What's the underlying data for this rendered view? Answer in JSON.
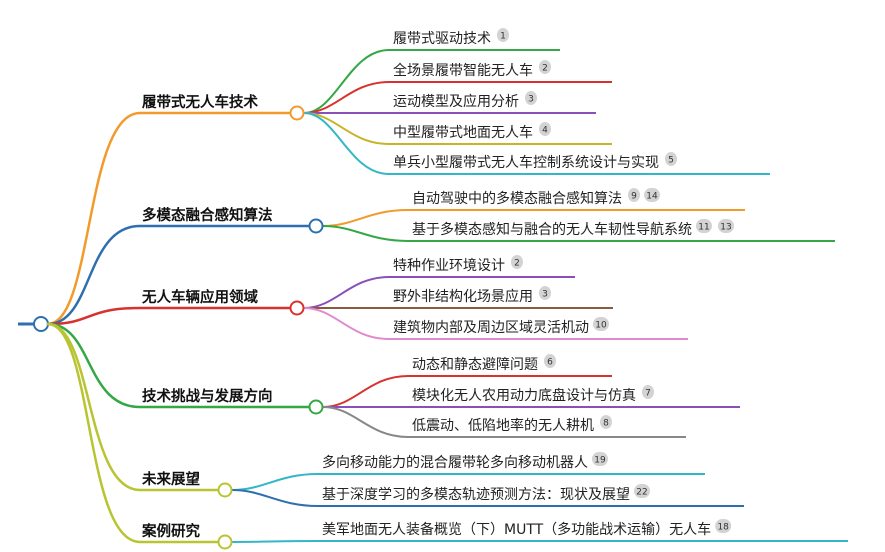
{
  "root": {
    "color": "#2f6fb0"
  },
  "branches": [
    {
      "label": "履带式无人车技术",
      "color": "#f39a2c",
      "children": [
        {
          "label": "履带式驱动技术",
          "refs": [
            "1"
          ],
          "color": "#35a845"
        },
        {
          "label": "全场景履带智能无人车",
          "refs": [
            "2"
          ],
          "color": "#d8322f"
        },
        {
          "label": "运动模型及应用分析",
          "refs": [
            "3"
          ],
          "color": "#8a4fb8"
        },
        {
          "label": "中型履带式地面无人车",
          "refs": [
            "4"
          ],
          "color": "#c8b42a"
        },
        {
          "label": "单兵小型履带式无人车控制系统设计与实现",
          "refs": [
            "5"
          ],
          "color": "#33b6c7"
        }
      ]
    },
    {
      "label": "多模态融合感知算法",
      "color": "#2f6fb0",
      "children": [
        {
          "label": "自动驾驶中的多模态融合感知算法",
          "refs": [
            "9",
            "14"
          ],
          "color": "#f39a2c"
        },
        {
          "label": "基于多模态感知与融合的无人车韧性导航系统",
          "refs": [
            "11",
            "13"
          ],
          "color": "#35a845"
        }
      ]
    },
    {
      "label": "无人车辆应用领域",
      "color": "#d8322f",
      "children": [
        {
          "label": "特种作业环境设计",
          "refs": [
            "2"
          ],
          "color": "#8a4fb8"
        },
        {
          "label": "野外非结构化场景应用",
          "refs": [
            "3"
          ],
          "color": "#8b5a3c"
        },
        {
          "label": "建筑物内部及周边区域灵活机动",
          "refs": [
            "10"
          ],
          "color": "#e08ad0"
        }
      ]
    },
    {
      "label": "技术挑战与发展方向",
      "color": "#35a845",
      "children": [
        {
          "label": "动态和静态避障问题",
          "refs": [
            "6"
          ],
          "color": "#d8322f"
        },
        {
          "label": "模块化无人农用动力底盘设计与仿真",
          "refs": [
            "7"
          ],
          "color": "#8a4fb8"
        },
        {
          "label": "低震动、低陷地率的无人耕机",
          "refs": [
            "8"
          ],
          "color": "#888888"
        }
      ]
    },
    {
      "label": "未来展望",
      "color": "#b9c432",
      "children": [
        {
          "label": "多向移动能力的混合履带轮多向移动机器人",
          "refs": [
            "19"
          ],
          "color": "#33b6c7"
        },
        {
          "label": "基于深度学习的多模态轨迹预测方法：现状及展望",
          "refs": [
            "22"
          ],
          "color": "#2f6fb0"
        }
      ]
    },
    {
      "label": "案例研究",
      "color": "#b9c432",
      "children": [
        {
          "label": "美军地面无人装备概览（下）MUTT（多功能战术运输）无人车",
          "refs": [
            "18"
          ],
          "color": "#33b6c7"
        }
      ]
    }
  ]
}
